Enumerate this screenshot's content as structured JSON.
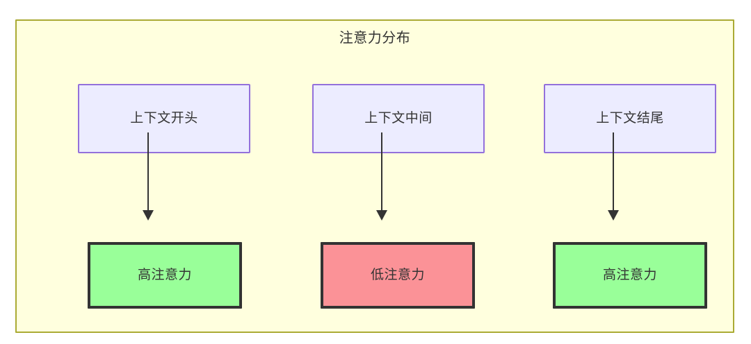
{
  "diagram": {
    "title": "注意力分布",
    "type": "flowchart",
    "container": {
      "label": "注意力分布",
      "fill": "#ffffde",
      "border": "#aaaa33"
    },
    "nodes": [
      {
        "id": "ctx-start",
        "label": "上下文开头",
        "role": "context",
        "column": 1,
        "row": "top",
        "fill": "#ececff",
        "border": "#9370db"
      },
      {
        "id": "ctx-middle",
        "label": "上下文中间",
        "role": "context",
        "column": 2,
        "row": "top",
        "fill": "#ececff",
        "border": "#9370db"
      },
      {
        "id": "ctx-end",
        "label": "上下文结尾",
        "role": "context",
        "column": 3,
        "row": "top",
        "fill": "#ececff",
        "border": "#9370db"
      },
      {
        "id": "attn-1",
        "label": "高注意力",
        "role": "attention-high",
        "column": 1,
        "row": "bottom",
        "fill": "#99ff99",
        "border": "#333333"
      },
      {
        "id": "attn-2",
        "label": "低注意力",
        "role": "attention-low",
        "column": 2,
        "row": "bottom",
        "fill": "#fb9297",
        "border": "#333333"
      },
      {
        "id": "attn-3",
        "label": "高注意力",
        "role": "attention-high",
        "column": 3,
        "row": "bottom",
        "fill": "#99ff99",
        "border": "#333333"
      }
    ],
    "edges": [
      {
        "from": "ctx-start",
        "to": "attn-1",
        "marker": "arrow"
      },
      {
        "from": "ctx-middle",
        "to": "attn-2",
        "marker": "arrow"
      },
      {
        "from": "ctx-end",
        "to": "attn-3",
        "marker": "arrow"
      }
    ]
  }
}
